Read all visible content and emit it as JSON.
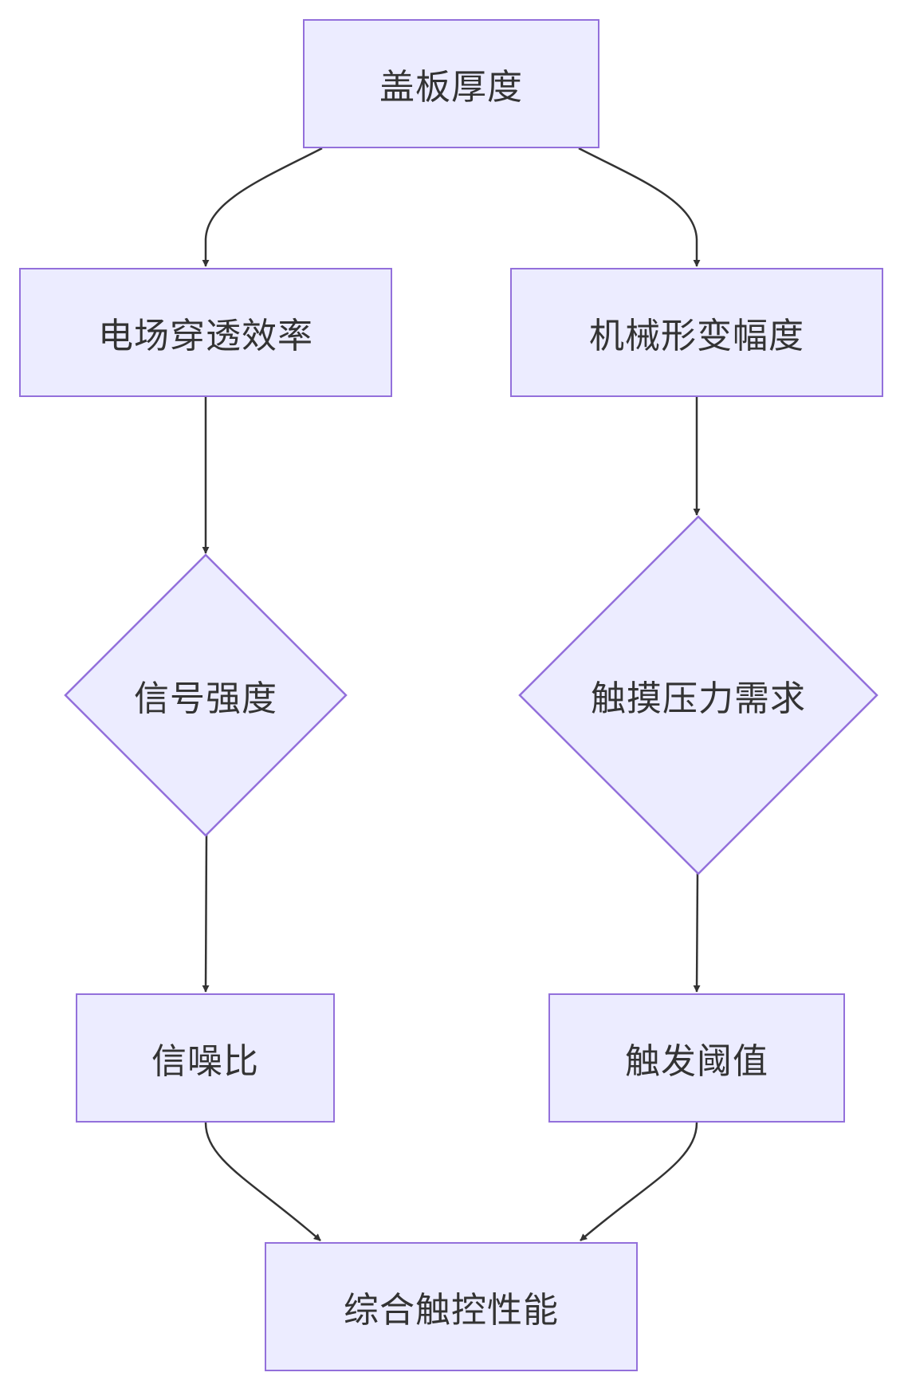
{
  "diagram": {
    "nodes": {
      "cover_thickness": "盖板厚度",
      "field_penetration": "电场穿透效率",
      "mechanical_deformation": "机械形变幅度",
      "signal_strength": "信号强度",
      "touch_pressure": "触摸压力需求",
      "snr": "信噪比",
      "trigger_threshold": "触发阈值",
      "overall_performance": "综合触控性能"
    },
    "edges": [
      [
        "盖板厚度",
        "电场穿透效率"
      ],
      [
        "盖板厚度",
        "机械形变幅度"
      ],
      [
        "电场穿透效率",
        "信号强度"
      ],
      [
        "机械形变幅度",
        "触摸压力需求"
      ],
      [
        "信号强度",
        "信噪比"
      ],
      [
        "触摸压力需求",
        "触发阈值"
      ],
      [
        "信噪比",
        "综合触控性能"
      ],
      [
        "触发阈值",
        "综合触控性能"
      ]
    ],
    "colors": {
      "node_fill": "#ECECFF",
      "node_border": "#9370DB",
      "edge": "#333333",
      "text": "#333333"
    }
  }
}
